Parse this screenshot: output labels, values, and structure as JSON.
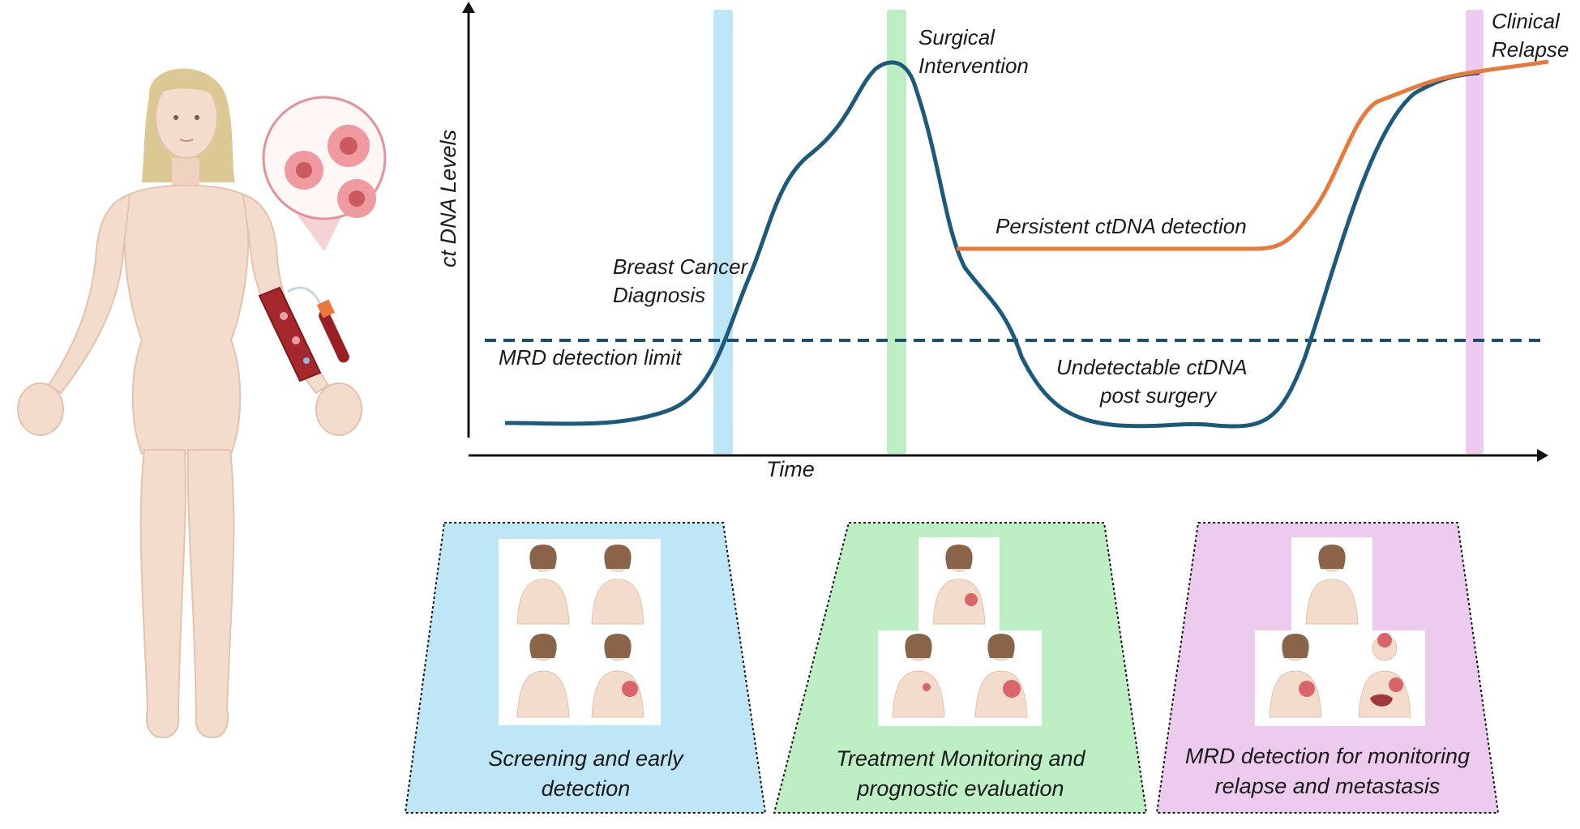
{
  "chart": {
    "ylabel": "ct DNA Levels",
    "xlabel": "Time",
    "events": [
      {
        "id": "diagnosis",
        "label_lines": [
          "Breast Cancer",
          "Diagnosis"
        ],
        "color": "#bfe6f6"
      },
      {
        "id": "surgery",
        "label_lines": [
          "Surgical",
          "Intervention"
        ],
        "color": "#bdeec4"
      },
      {
        "id": "relapse",
        "label_lines": [
          "Clinical",
          "Relapse"
        ],
        "color": "#eccbee"
      }
    ],
    "threshold_label": "MRD detection limit",
    "annotations": {
      "persistent": "Persistent ctDNA detection",
      "undetectable_lines": [
        "Undetectable  ctDNA",
        "post surgery"
      ]
    },
    "colors": {
      "undetectable_curve": "#1b5a7a",
      "persistent_curve": "#e8793a",
      "threshold": "#1b4f6e",
      "axis": "#111111"
    }
  },
  "panels": [
    {
      "id": "screening",
      "caption_lines": [
        "Screening and early",
        "detection"
      ],
      "color": "#bfe6f6"
    },
    {
      "id": "monitoring",
      "caption_lines": [
        "Treatment Monitoring and",
        "prognostic evaluation"
      ],
      "color": "#bdeec4"
    },
    {
      "id": "mrd",
      "caption_lines": [
        "MRD detection for monitoring",
        "relapse and metastasis"
      ],
      "color": "#eccbee"
    }
  ]
}
